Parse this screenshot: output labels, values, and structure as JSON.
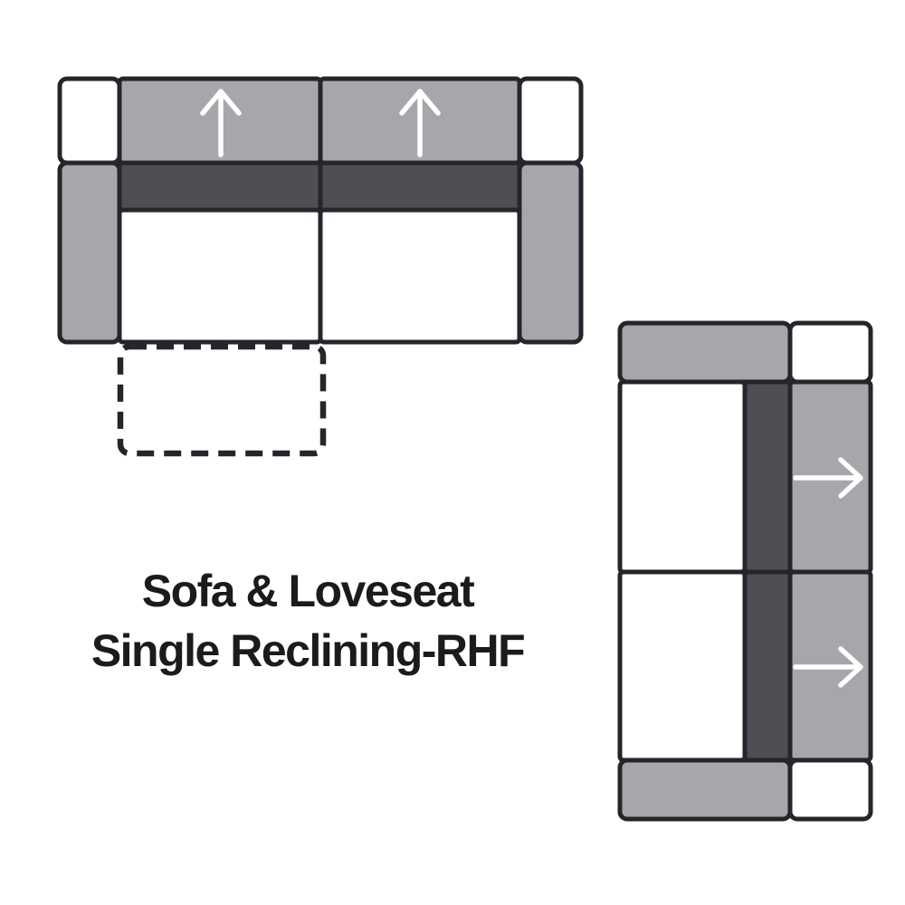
{
  "caption": {
    "line1": "Sofa & Loveseat",
    "line2": "Single Reclining-RHF"
  },
  "colors": {
    "background": "#ffffff",
    "outline": "#24262b",
    "upholstery": "#a5a7ab",
    "back_cushion": "#4d4f54",
    "seat": "#ffffff",
    "arrow": "#ffffff",
    "text": "#1b1b1e"
  },
  "sofa": {
    "recline_direction": "up",
    "arrow_icons": [
      "up-arrow",
      "up-arrow"
    ],
    "footrest_style": "dashed-outline"
  },
  "loveseat": {
    "recline_direction": "right",
    "arrow_icons": [
      "right-arrow",
      "right-arrow"
    ]
  }
}
